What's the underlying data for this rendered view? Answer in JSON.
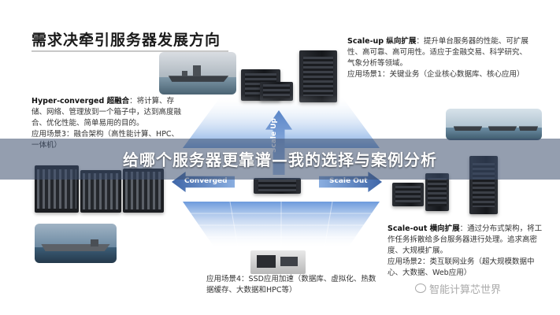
{
  "title": "需求决牵引服务器发展方向",
  "scale_up": {
    "heading": "Scale-up 纵向扩展",
    "desc": "：提升单台服务器的性能、可扩展性、高可靠、高可用性。适应于金融交易、科学研究、气象分析等领域。",
    "scene1": "应用场景1：关键业务（企业核心数据库、核心应用）"
  },
  "hyper": {
    "heading": "Hyper-converged 超融合",
    "desc": "：将计算、存储、网络、管理放到一个箱子中，达到高度融合、优化性能、简单易用的目的。",
    "scene3": "应用场景3：融合架构（高性能计算、HPC、一体机）"
  },
  "scale_out": {
    "heading": "Scale-out 横向扩展",
    "desc": "：通过分布式架构，将工作任务拆散给多台服务器进行处理。追求高密度、大规模扩展。",
    "scene2": "应用场景2：类互联网业务（超大规模数据中心、大数据、Web应用）"
  },
  "ssd": {
    "scene4": "应用场景4：SSD应用加速（数据库、虚拟化、热数据缓存、大数据和HPC等）"
  },
  "arrows": {
    "up": "Scale Up",
    "left": "Converged",
    "right": "Scale Out"
  },
  "overlay_title": "给哪个服务器更靠谱—我的选择与案例分析",
  "watermark": "智能计算芯世界",
  "colors": {
    "overlay": "#3c4e6e",
    "arrow_blue": "#5b86c8",
    "floor_blue": "#6fa0e0"
  }
}
